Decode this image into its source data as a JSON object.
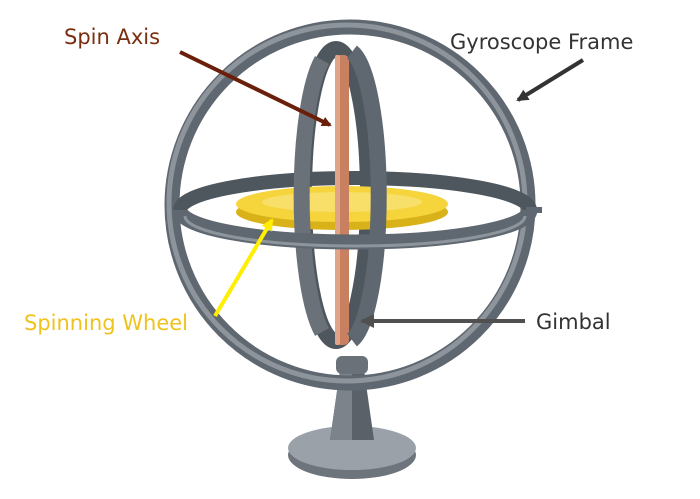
{
  "labels": {
    "spin_axis": "Spin Axis",
    "gyroscope_frame": "Gyroscope Frame",
    "spinning_wheel": "Spinning Wheel",
    "gimbal": "Gimbal"
  },
  "colors": {
    "spin_axis_label": "#7a2e10",
    "spinning_wheel_label": "#f0c21c",
    "frame_label": "#333333",
    "gimbal_label": "#333333",
    "metal": "#5f6770",
    "metal_light": "#8d949b",
    "wheel": "#f5d43c",
    "axle": "#c98060"
  }
}
